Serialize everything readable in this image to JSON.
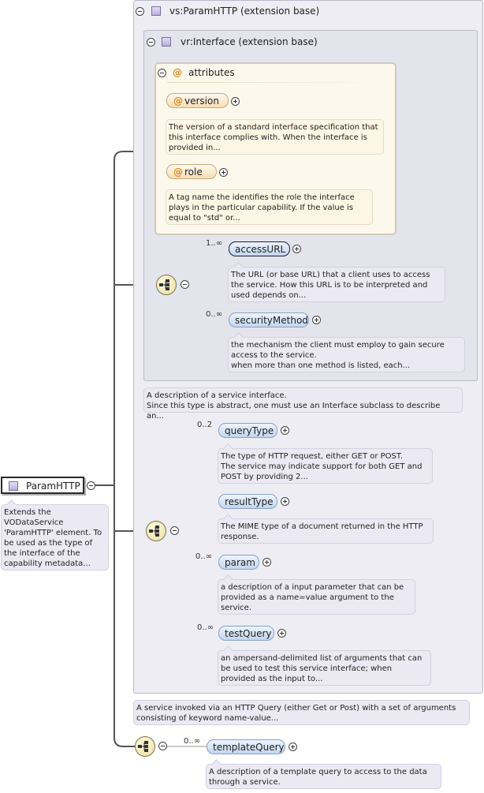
{
  "root": {
    "label": "ParamHTTP",
    "doc": "Extends the VODataService 'ParamHTTP' element. To be used as the type of the interface of the capability metadata..."
  },
  "paramhttp_base": {
    "title": "vs:ParamHTTP (extension base)",
    "doc": "A service invoked via an HTTP Query (either Get or Post) with a set of arguments consisting of keyword name-value..."
  },
  "interface_base": {
    "title": "vr:Interface (extension base)",
    "doc": "A description of a service interface.\nSince this type is abstract, one must use an Interface subclass to describe an..."
  },
  "attributes": {
    "title": "attributes",
    "items": [
      {
        "name": "version",
        "doc": "The version of a standard interface specification that this interface complies with. When the interface is provided in..."
      },
      {
        "name": "role",
        "doc": "A tag name the identifies the role the interface plays in the particular capability. If the value is equal to \"std\" or..."
      }
    ]
  },
  "interface_elements": [
    {
      "name": "accessURL",
      "card": "1..∞",
      "doc": "The URL (or base URL) that a client uses to access the service. How this URL is to be interpreted and used depends on..."
    },
    {
      "name": "securityMethod",
      "card": "0..∞",
      "doc": "the mechanism the client must employ to gain secure access to the service.\nwhen more than one method is listed, each..."
    }
  ],
  "paramhttp_elements": [
    {
      "name": "queryType",
      "card": "0..2",
      "doc": "The type of HTTP request, either GET or POST.\nThe service may indicate support for both GET and POST by providing 2..."
    },
    {
      "name": "resultType",
      "card": "",
      "doc": "The MIME type of a document returned in the HTTP response."
    },
    {
      "name": "param",
      "card": "0..∞",
      "doc": "a description of a input parameter that can be provided as a name=value argument to the service."
    },
    {
      "name": "testQuery",
      "card": "0..∞",
      "doc": "an ampersand-delimited list of arguments that can be used to test this service interface; when provided as the input to..."
    }
  ],
  "own_elements": [
    {
      "name": "templateQuery",
      "card": "0..∞",
      "doc": "A description of a template query to access to the data through a service."
    }
  ],
  "colors": {
    "element_fill": "#c3d6ef",
    "attribute_fill": "#f6ddb4",
    "panel": "#ededf3",
    "attr_panel": "#fdf8ec",
    "doc": "#ebe9f3"
  },
  "icons": {
    "sequence": "sequence-compositor-icon",
    "type": "complex-type-icon",
    "attribute": "attribute-icon",
    "toggle": "collapse-toggle-icon"
  }
}
